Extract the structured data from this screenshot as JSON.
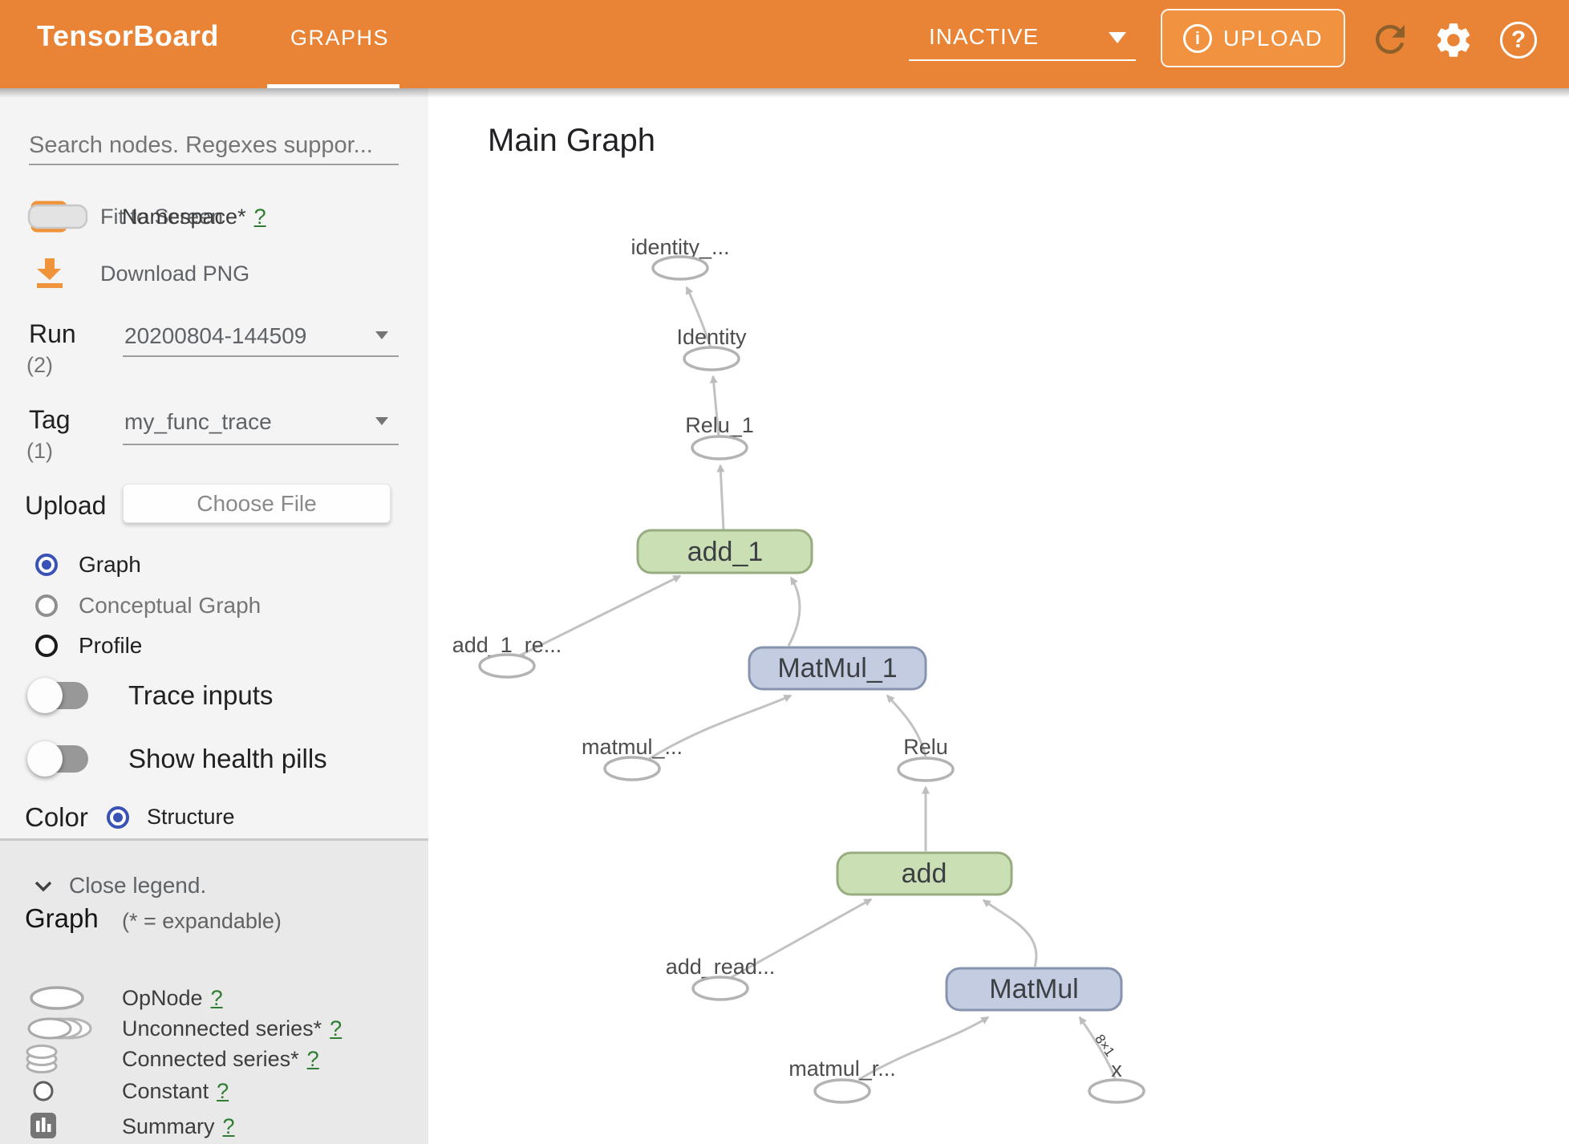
{
  "header": {
    "logo": "TensorBoard",
    "tab": "GRAPHS",
    "status": "INACTIVE",
    "upload_label": "UPLOAD",
    "info_glyph": "i",
    "help_glyph": "?"
  },
  "sidebar": {
    "search_placeholder": "Search nodes. Regexes suppor...",
    "fit_to_screen": "Fit to Screen",
    "download_png": "Download PNG",
    "run": {
      "label": "Run",
      "count": "(2)",
      "value": "20200804-144509"
    },
    "tag": {
      "label": "Tag",
      "count": "(1)",
      "value": "my_func_trace"
    },
    "upload": {
      "label": "Upload",
      "button": "Choose File"
    },
    "graph_type": [
      {
        "label": "Graph"
      },
      {
        "label": "Conceptual Graph"
      },
      {
        "label": "Profile"
      }
    ],
    "toggles": [
      {
        "label": "Trace inputs"
      },
      {
        "label": "Show health pills"
      }
    ],
    "color_by": {
      "label": "Color",
      "option": "Structure"
    },
    "legend": {
      "close_label": "Close legend.",
      "title": "Graph",
      "subtitle": "(* = expandable)",
      "items": [
        {
          "label": "Namespace*",
          "help": "?"
        },
        {
          "label": "OpNode",
          "help": "?"
        },
        {
          "label": "Unconnected series*",
          "help": "?"
        },
        {
          "label": "Connected series*",
          "help": "?"
        },
        {
          "label": "Constant",
          "help": "?"
        },
        {
          "label": "Summary",
          "help": "?"
        }
      ]
    }
  },
  "main": {
    "heading": "Main Graph",
    "nodes": {
      "identity_out": "identity_...",
      "identity": "Identity",
      "relu_1": "Relu_1",
      "add_1": "add_1",
      "add_1_read": "add_1_re...",
      "matmul_1": "MatMul_1",
      "matmul_read_2": "matmul_...",
      "relu": "Relu",
      "add": "add",
      "add_read": "add_read...",
      "matmul": "MatMul",
      "matmul_read": "matmul_r...",
      "x": "x"
    },
    "edge_label": "8×1"
  },
  "colors": {
    "header_orange": "#e98436",
    "upload_button_orange": "#f0923f",
    "accent_indigo": "#3a51b5",
    "node_green": "#cbdfb5",
    "node_blue": "#c3cce0",
    "help_link_green": "#2e7d32"
  }
}
